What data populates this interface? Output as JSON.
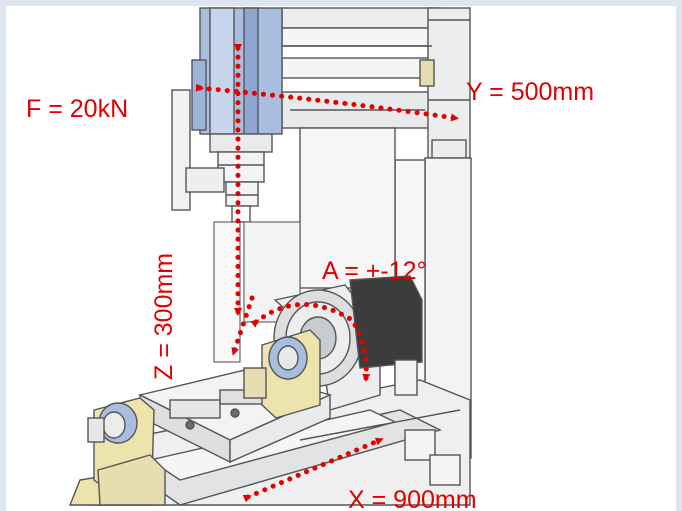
{
  "labels": {
    "force": "F = 20kN",
    "y_axis": "Y = 500mm",
    "a_axis": "A = +-12°",
    "z_axis": "Z = 300mm",
    "x_axis": "X = 900mm"
  },
  "colors": {
    "annotation": "#e00000",
    "frame_border": "#dde5ee",
    "machine_grey": "#ecedee",
    "spindle_blue": "#a9bedf",
    "fixture_yellow": "#ede3ad",
    "motor_dark": "#3c3c3c"
  }
}
